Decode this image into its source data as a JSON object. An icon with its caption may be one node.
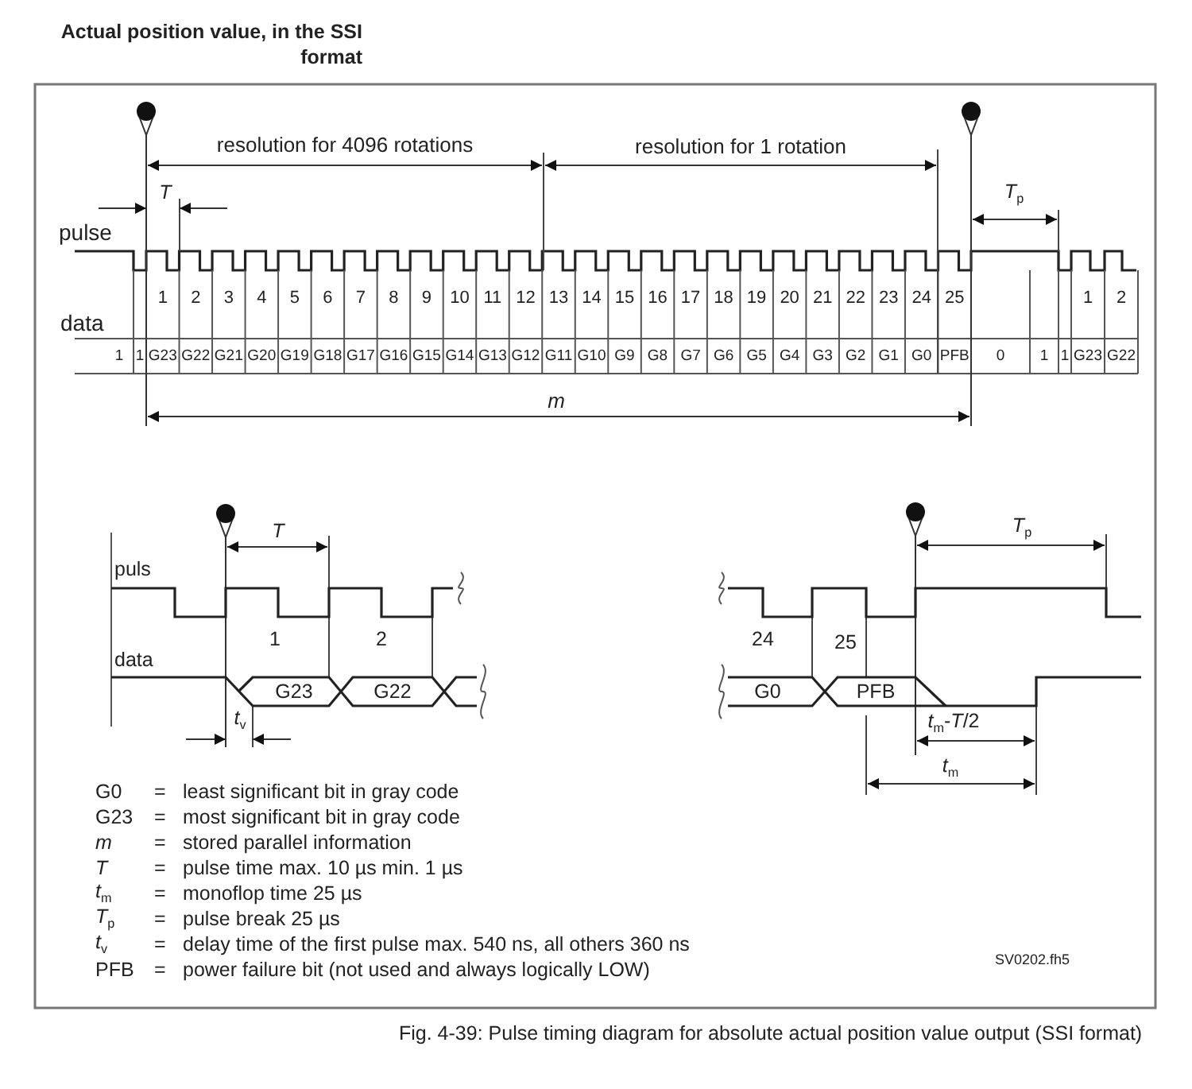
{
  "diagram": {
    "title": "Actual position value, in the SSI format",
    "caption": "Fig. 4-39: Pulse timing diagram for absolute actual position value output (SSI format)",
    "labels": [
      "resolution for 4096 rotations",
      "resolution for 1 rotation",
      "T",
      "*T*$_{p}$",
      "pulse",
      "1",
      "2",
      "3",
      "4",
      "5",
      "6",
      "7",
      "8",
      "9",
      "10",
      "11",
      "12",
      "13",
      "14",
      "15",
      "16",
      "17",
      "18",
      "19",
      "20",
      "21",
      "22",
      "23",
      "24",
      "25",
      "1",
      "2",
      "data",
      "1",
      "1",
      "G23",
      "G22",
      "G21",
      "G20",
      "G19",
      "G18",
      "G17",
      "G16",
      "G15",
      "G14",
      "G13",
      "G12",
      "G11",
      "G10",
      "G9",
      "G8",
      "G7",
      "G6",
      "G5",
      "G4",
      "G3",
      "G2",
      "G1",
      "G0",
      "PFB",
      "0",
      "1",
      "1",
      "G23",
      "G22",
      "m",
      "T",
      "puls",
      "1",
      "2",
      "data",
      "G23",
      "G22",
      "*t*$_{v}$",
      "*T*$_{p}$",
      "24",
      "25",
      "G0",
      "PFB",
      "*t*$_{m}$-*T*/2",
      "*t*$_{m}$",
      "G0",
      "=",
      "least significant bit in gray code",
      "G23",
      "=",
      "most significant bit in gray code",
      "m",
      "=",
      "stored parallel information",
      "T",
      "=",
      "pulse time max. 10 µs min. 1 µs",
      "*t*$_{m}$",
      "=",
      "monoflop time 25 µs",
      "*T*$_{p}$",
      "=",
      "pulse break 25 µs",
      "*t*$_{v}$",
      "=",
      "delay time of the first pulse max. 540 ns, all others 360 ns",
      "PFB",
      "=",
      "power failure bit (not used and always logically LOW)",
      "SV0202.fh5"
    ]
  }
}
